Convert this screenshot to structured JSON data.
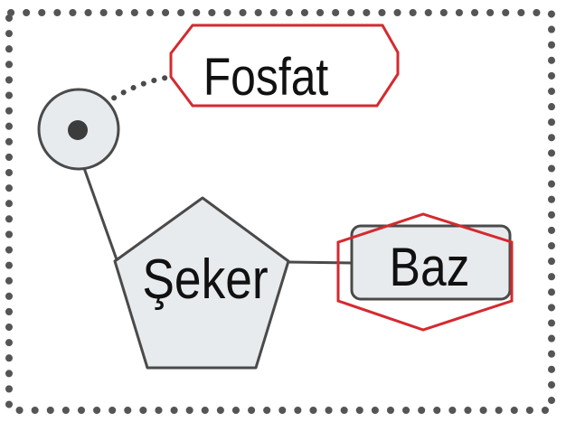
{
  "diagram": {
    "labels": {
      "phosphate": "Fosfat",
      "sugar": "Şeker",
      "base": "Baz"
    }
  },
  "colors": {
    "border_dots": "#555555",
    "stroke": "#4a4a4a",
    "fill": "#e8ebed",
    "highlight": "#d42a2f",
    "text": "#111111",
    "background": "#ffffff"
  }
}
